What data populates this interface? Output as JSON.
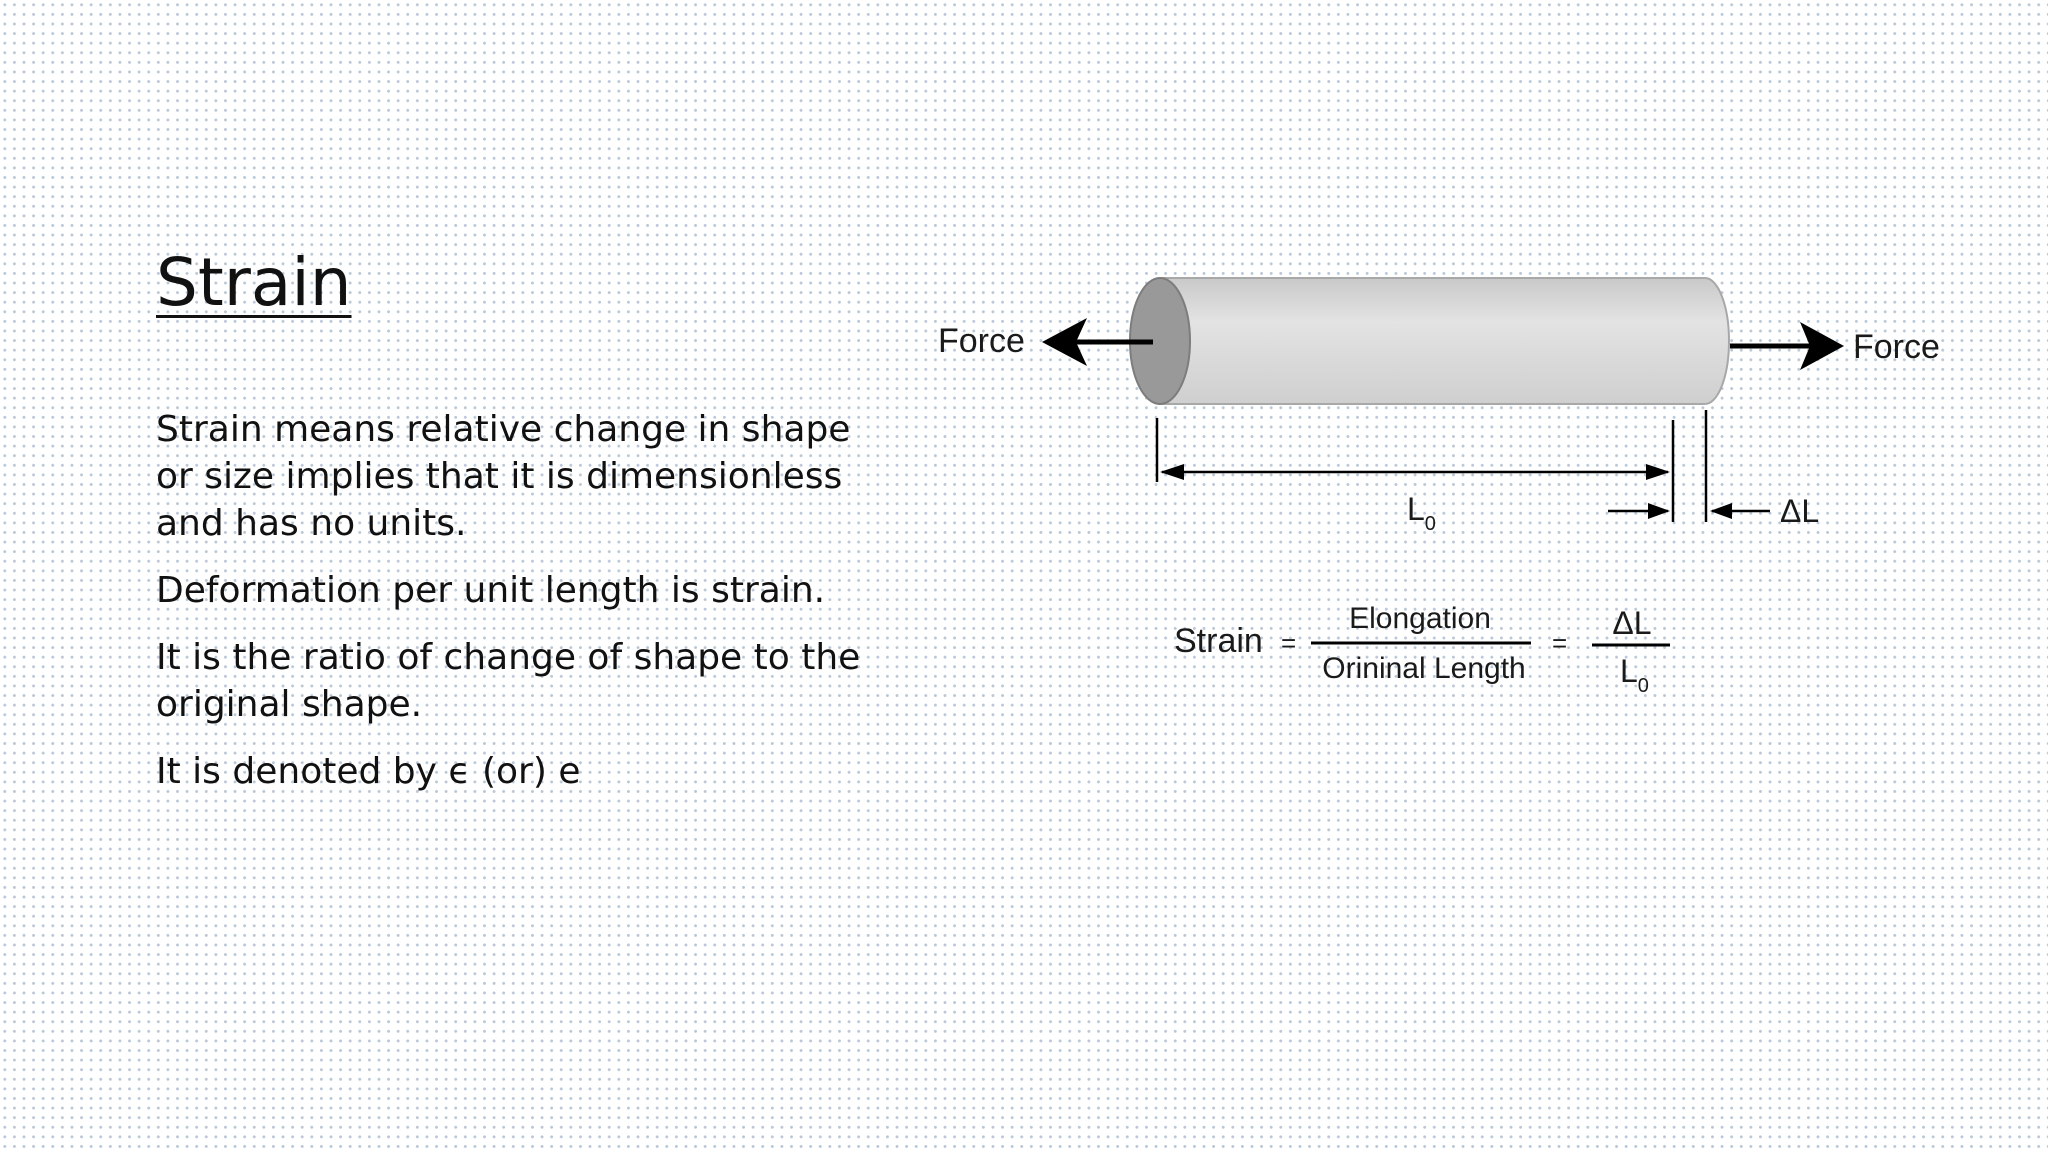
{
  "slide": {
    "title": "Strain",
    "paragraphs": [
      "Strain means relative change in shape or size implies that it is dimensionless and has no units.",
      "Deformation per unit length is strain.",
      "It is the ratio of change of shape to the original shape.",
      "It is denoted by ϵ (or) e"
    ]
  },
  "figure": {
    "force_left": "Force",
    "force_right": "Force",
    "length_label": "L",
    "length_subscript": "0",
    "delta_label": "ΔL",
    "formula": {
      "lhs": "Strain",
      "equals": "=",
      "numerator": "Elongation",
      "denominator": "Orininal Length",
      "rhs_numerator": "ΔL",
      "rhs_denominator": "L",
      "rhs_denominator_subscript": "0"
    }
  },
  "colors": {
    "text": "#111111",
    "cylinder_body": "#d6d6d6",
    "cylinder_end": "#9a9a9a",
    "dot_grid": "#b9c7d6"
  }
}
